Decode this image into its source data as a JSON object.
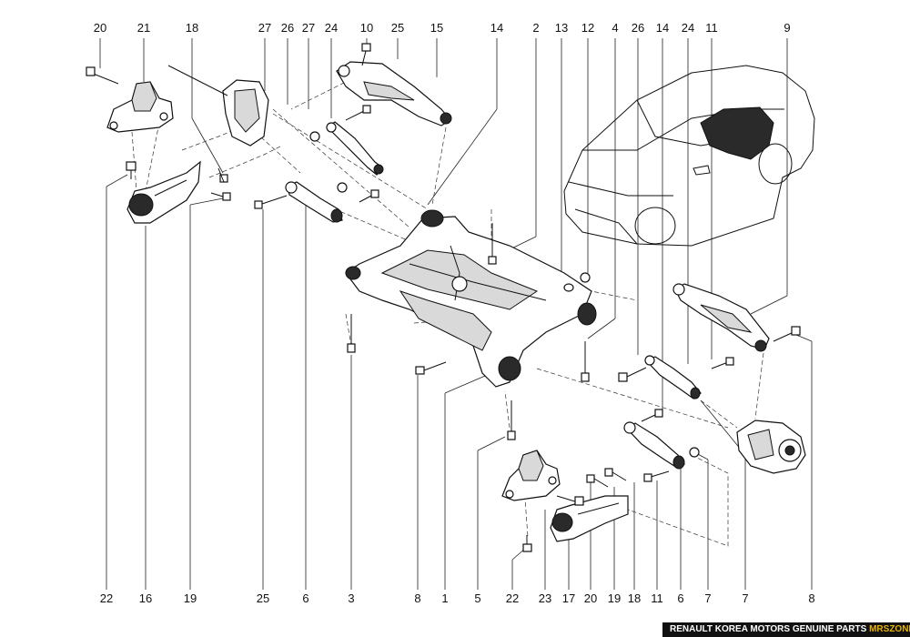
{
  "top_labels": [
    "20",
    "21",
    "18",
    "27",
    "26",
    "27",
    "24",
    "10",
    "25",
    "15",
    "14",
    "2",
    "13",
    "12",
    "4",
    "26",
    "14",
    "24",
    "11",
    "9"
  ],
  "bottom_labels": [
    "22",
    "16",
    "19",
    "25",
    "6",
    "3",
    "8",
    "1",
    "5",
    "22",
    "23",
    "17",
    "20",
    "19",
    "18",
    "11",
    "6",
    "7",
    "7",
    "8"
  ],
  "footer": {
    "text": "RENAULT KOREA MOTORS GENUINE PARTS",
    "brand": "MRSZONE"
  }
}
